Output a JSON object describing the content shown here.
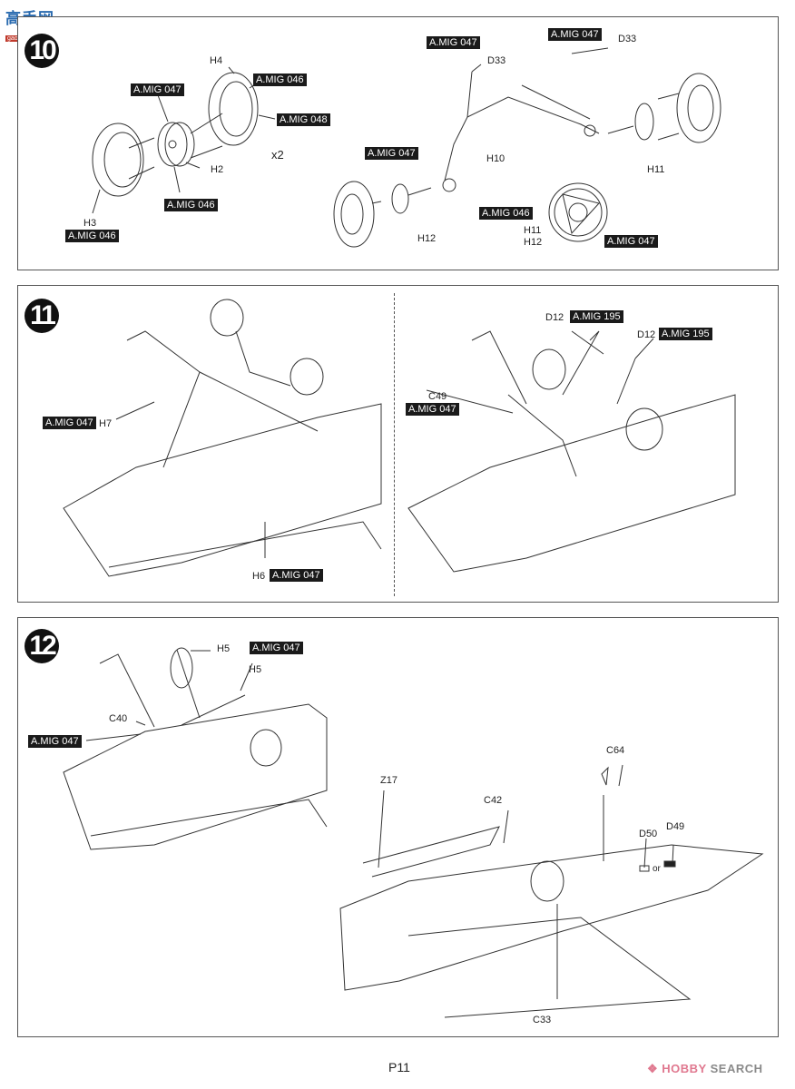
{
  "watermark_top": {
    "chinese": "高手网",
    "url": "gao-shou.com"
  },
  "steps": [
    {
      "number": "10",
      "labels": {
        "h4": "H4",
        "h2": "H2",
        "h3": "H3",
        "x2": "x2",
        "h10": "H10",
        "h11": "H11",
        "h12": "H12",
        "d33_a": "D33",
        "d33_b": "D33",
        "h11_h12": [
          "H11",
          "H12"
        ]
      },
      "tags": {
        "wheel_hub": "A.MIG 047",
        "h4_outer": "A.MIG 046",
        "h4_ring": "A.MIG 048",
        "h2_hub": "A.MIG 046",
        "h3_tire": "A.MIG 046",
        "strut_top_left": "A.MIG 047",
        "strut_top_right": "A.MIG 047",
        "h12_disc": "A.MIG 047",
        "detail_outer": "A.MIG 046",
        "detail_inner": "A.MIG 047"
      }
    },
    {
      "number": "11",
      "left": {
        "h7": "H7",
        "h7_tag": "A.MIG 047",
        "h6": "H6",
        "h6_tag": "A.MIG 047"
      },
      "right": {
        "d12_a": "D12",
        "d12_a_tag": "A.MIG 195",
        "d12_b": "D12",
        "d12_b_tag": "A.MIG 195",
        "c49": "C49",
        "c49_tag": "A.MIG 047"
      }
    },
    {
      "number": "12",
      "left": {
        "h5_a": "H5",
        "h5_tag": "A.MIG 047",
        "h5_b": "H5",
        "c40": "C40",
        "c40_tag": "A.MIG 047"
      },
      "right": {
        "z17": "Z17",
        "c42": "C42",
        "c64": "C64",
        "d50": "D50",
        "d49": "D49",
        "or": "or",
        "c33": "C33"
      }
    }
  ],
  "footer": {
    "page": "P11",
    "brand_mark": "❖",
    "brand_part1": "HOBBY",
    "brand_part2": "SEARCH"
  },
  "colors": {
    "tag_bg": "#1a1a1a",
    "brand_pink": "#e0788f",
    "brand_gray": "#8a8a8a",
    "border": "#555555"
  }
}
